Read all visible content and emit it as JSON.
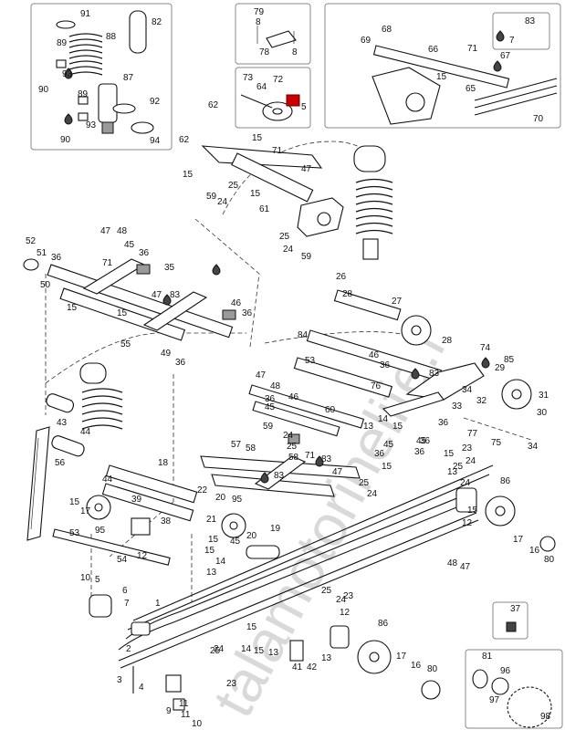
{
  "watermark": "talamotorinelife.r",
  "callouts": {
    "inset_shock_1": "91",
    "inset_shock_2": "82",
    "inset_shock_3": "89",
    "inset_shock_4": "88",
    "inset_shock_5": "93",
    "inset_shock_6": "90",
    "inset_shock_7": "87",
    "inset_shock_8": "89",
    "inset_shock_9": "92",
    "inset_shock_10": "93",
    "inset_shock_11": "90",
    "inset_shock_12": "94",
    "inset_bracket_1": "79",
    "inset_bracket_2": "8",
    "inset_bracket_3": "78",
    "inset_bracket_4": "8",
    "inset_wheel_1": "73",
    "inset_wheel_2": "72",
    "inset_wheel_3": "64",
    "inset_wheel_4": "5",
    "inset_axle_1": "68",
    "inset_axle_2": "83",
    "inset_axle_3": "7",
    "inset_axle_4": "69",
    "inset_axle_5": "66",
    "inset_axle_6": "71",
    "inset_axle_7": "67",
    "inset_axle_8": "15",
    "inset_axle_9": "65",
    "inset_axle_10": "70",
    "top_1": "62",
    "top_2": "62",
    "top_3": "15",
    "top_4": "15",
    "top_5": "71",
    "top_6": "47",
    "top_7": "15",
    "top_8": "59",
    "top_9": "25",
    "top_10": "24",
    "top_11": "61",
    "top_12": "25",
    "top_13": "24",
    "top_14": "59",
    "left_1": "52",
    "left_2": "51",
    "left_3": "36",
    "left_4": "50",
    "left_5": "47",
    "left_6": "48",
    "left_7": "45",
    "left_8": "36",
    "left_9": "71",
    "left_10": "35",
    "left_11": "47",
    "left_12": "83",
    "left_13": "15",
    "left_14": "15",
    "left_15": "46",
    "left_16": "36",
    "left_17": "55",
    "left_18": "49",
    "left_19": "36",
    "shock_1": "43",
    "shock_2": "44",
    "shock_3": "56",
    "right_1": "26",
    "right_2": "28",
    "right_3": "27",
    "right_4": "84",
    "right_5": "28",
    "right_6": "53",
    "right_7": "46",
    "right_8": "36",
    "right_9": "74",
    "right_10": "83",
    "right_11": "85",
    "right_12": "29",
    "right_13": "76",
    "right_14": "31",
    "right_15": "34",
    "right_16": "32",
    "right_17": "33",
    "right_18": "30",
    "right_19": "36",
    "right_20": "77",
    "right_21": "75",
    "right_22": "34",
    "mid_1": "47",
    "mid_2": "48",
    "mid_3": "36",
    "mid_4": "46",
    "mid_5": "45",
    "mid_6": "59",
    "mid_7": "60",
    "mid_8": "24",
    "mid_9": "25",
    "mid_10": "13",
    "mid_11": "14",
    "mid_12": "15",
    "mid_13": "45",
    "mid_14": "36",
    "mid_15": "57",
    "mid_16": "58",
    "mid_17": "71",
    "mid_18": "83",
    "mid_19": "47",
    "mid_20": "83",
    "mid_21": "58",
    "mid_22": "25",
    "mid_23": "24",
    "mid_24": "15",
    "mid_25": "36",
    "lower_1": "18",
    "lower_2": "44",
    "lower_3": "39",
    "lower_4": "22",
    "lower_5": "20",
    "lower_6": "95",
    "lower_7": "15",
    "lower_8": "17",
    "lower_9": "95",
    "lower_10": "38",
    "lower_11": "21",
    "lower_12": "19",
    "lower_13": "20",
    "lower_14": "15",
    "lower_15": "45",
    "lower_16": "53",
    "lower_17": "15",
    "lower_18": "12",
    "lower_19": "54",
    "lower_20": "13",
    "lower_21": "14",
    "rrail_1": "45",
    "rrail_2": "36",
    "rrail_3": "23",
    "rrail_4": "24",
    "rrail_5": "15",
    "rrail_6": "25",
    "rrail_7": "24",
    "rrail_8": "13",
    "rrail_9": "86",
    "rrail_10": "12",
    "rrail_11": "15",
    "rrail_12": "17",
    "rrail_13": "16",
    "rrail_14": "80",
    "rrail_15": "48",
    "rrail_16": "47",
    "front_1": "10",
    "front_2": "5",
    "front_3": "6",
    "front_4": "7",
    "front_5": "1",
    "front_6": "3",
    "front_7": "4",
    "front_8": "9",
    "front_9": "11",
    "front_10": "10",
    "front_11": "2",
    "front_12": "11",
    "front_13": "25",
    "front_14": "24",
    "front_15": "23",
    "front_16": "25",
    "front_17": "24",
    "front_18": "23",
    "front_19": "14",
    "front_20": "15",
    "front_21": "13",
    "front_22": "15",
    "front_23": "12",
    "front_24": "41",
    "front_25": "42",
    "front_26": "13",
    "front_27": "86",
    "front_28": "16",
    "front_29": "80",
    "front_30": "17",
    "inset_br_1": "37",
    "inset_br_2": "81",
    "inset_br_3": "96",
    "inset_br_4": "97",
    "inset_br_5": "98"
  },
  "icons": {
    "oil_drop": "oil-drop-icon",
    "loctite": "threadlock-icon",
    "tool": "tool-icon"
  }
}
